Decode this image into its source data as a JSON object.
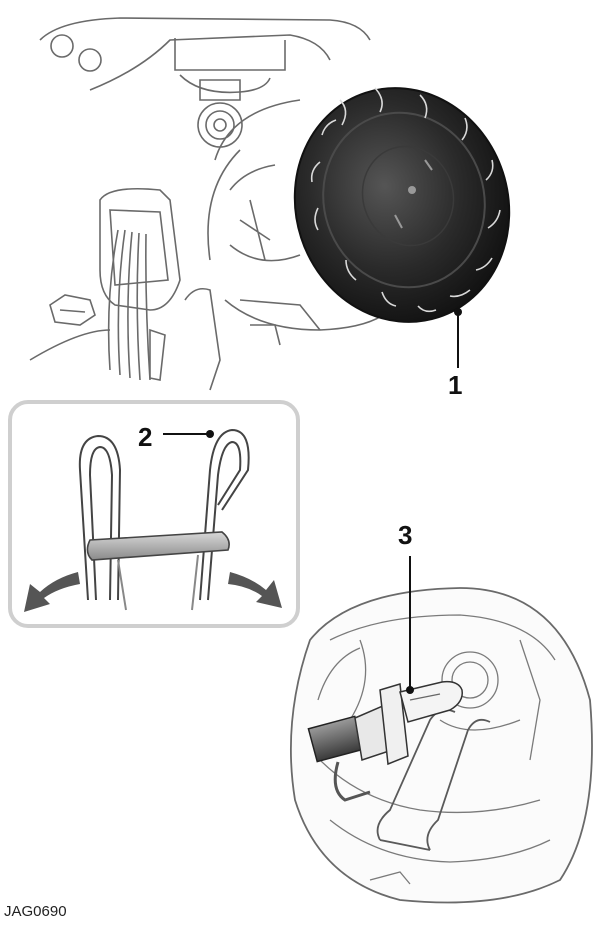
{
  "callouts": {
    "one": "1",
    "two": "2",
    "three": "3"
  },
  "reference_code": "JAG0690",
  "colors": {
    "line": "#6a6a6a",
    "cover": "#1f1f1f",
    "inset_border": "#cfcfcf",
    "arrow": "#555555"
  }
}
